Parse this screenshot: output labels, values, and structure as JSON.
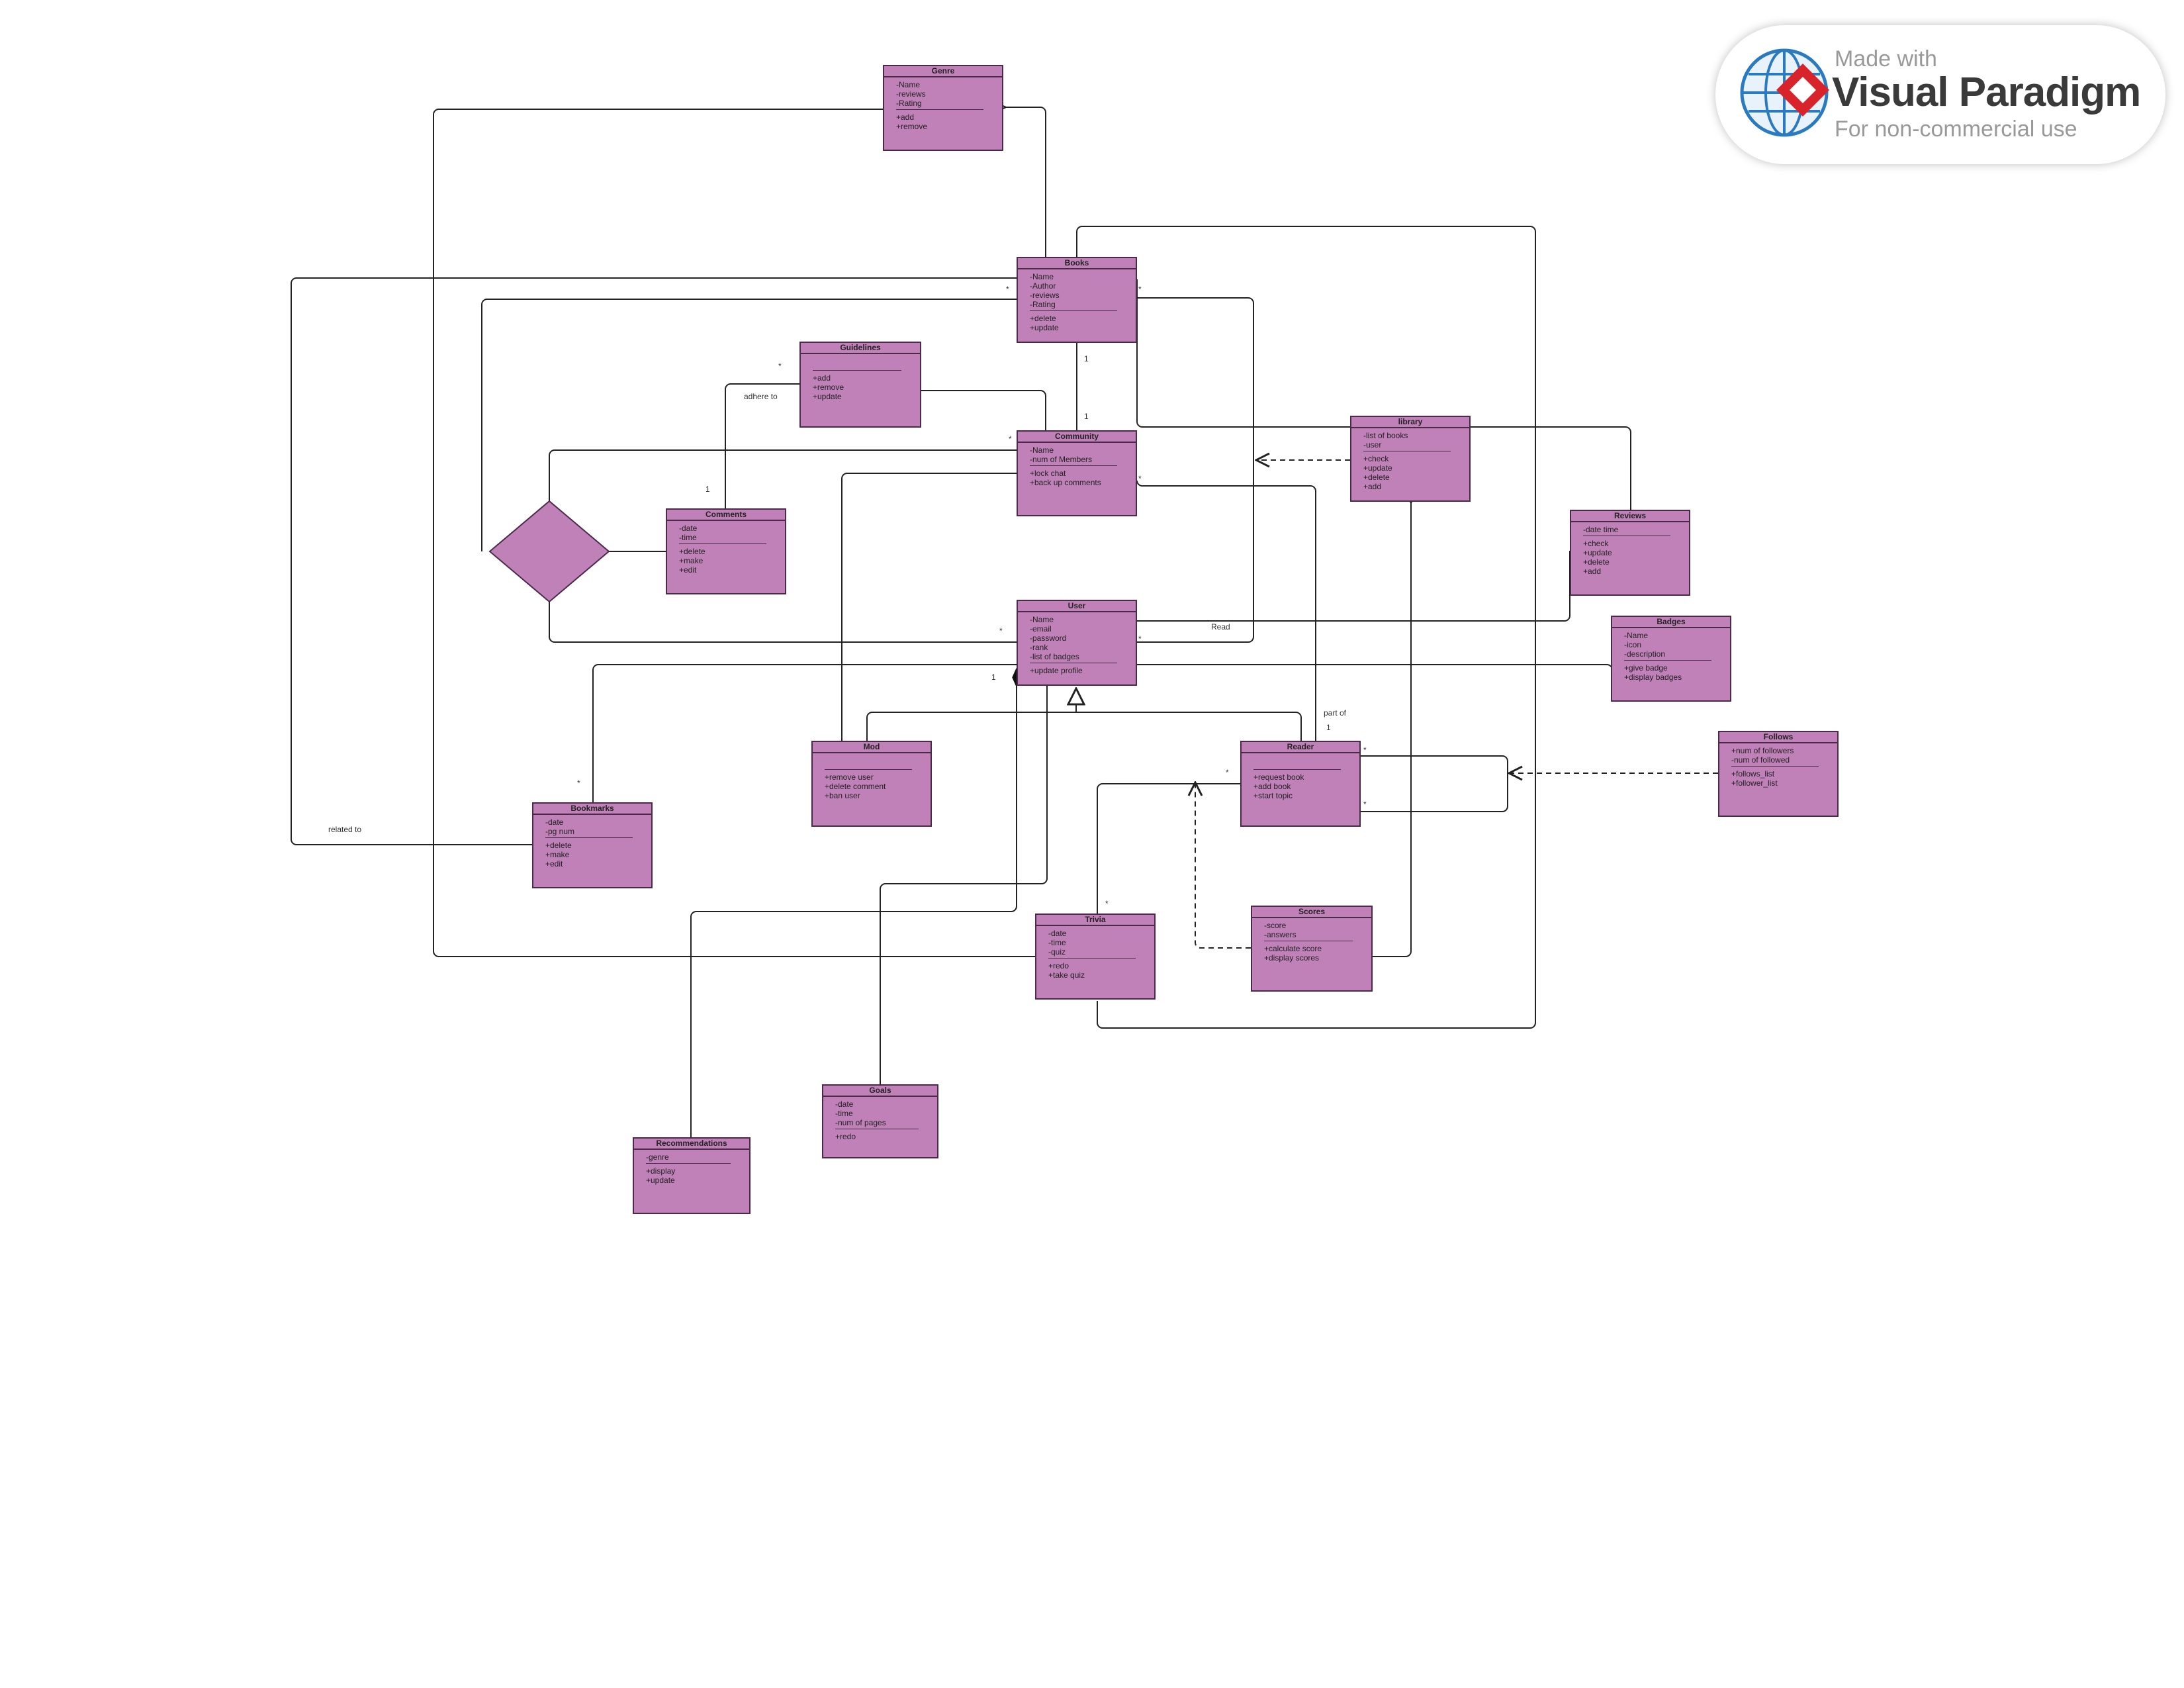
{
  "watermark": {
    "line1": "Made with",
    "line2": "Visual Paradigm",
    "line3": "For non-commercial use"
  },
  "classes": {
    "genre": {
      "name": "Genre",
      "attributes": [
        "-Name",
        "-reviews",
        "-Rating"
      ],
      "operations": [
        "+add",
        "+remove"
      ]
    },
    "books": {
      "name": "Books",
      "attributes": [
        "-Name",
        "-Author",
        "-reviews",
        "-Rating"
      ],
      "operations": [
        "+delete",
        "+update"
      ]
    },
    "guidelines": {
      "name": "Guidelines",
      "attributes": [],
      "operations": [
        "+add",
        "+remove",
        "+update"
      ]
    },
    "community": {
      "name": "Community",
      "attributes": [
        "-Name",
        "-num of Members"
      ],
      "operations": [
        "+lock chat",
        "+back up comments"
      ]
    },
    "library": {
      "name": "library",
      "attributes": [
        "-list of books",
        "-user"
      ],
      "operations": [
        "+check",
        "+update",
        "+delete",
        "+add"
      ]
    },
    "comments": {
      "name": "Comments",
      "attributes": [
        "-date",
        "-time"
      ],
      "operations": [
        "+delete",
        "+make",
        "+edit"
      ]
    },
    "reviews": {
      "name": "Reviews",
      "attributes": [
        "-date time"
      ],
      "operations": [
        "+check",
        "+update",
        "+delete",
        "+add"
      ]
    },
    "user": {
      "name": "User",
      "attributes": [
        "-Name",
        "-email",
        "-password",
        "-rank",
        "-list of badges"
      ],
      "operations": [
        "+update profile"
      ]
    },
    "badges": {
      "name": "Badges",
      "attributes": [
        "-Name",
        "-icon",
        "-description"
      ],
      "operations": [
        "+give badge",
        "+display badges"
      ]
    },
    "mod": {
      "name": "Mod",
      "attributes": [],
      "operations": [
        "+remove user",
        "+delete comment",
        "+ban user"
      ]
    },
    "reader": {
      "name": "Reader",
      "attributes": [],
      "operations": [
        "+request book",
        "+add book",
        "+start topic"
      ]
    },
    "follows": {
      "name": "Follows",
      "attributes": [
        "+num of followers",
        "-num of followed"
      ],
      "operations": [
        "+follows_list",
        "+follower_list"
      ]
    },
    "bookmarks": {
      "name": "Bookmarks",
      "attributes": [
        "-date",
        "-pg num"
      ],
      "operations": [
        "+delete",
        "+make",
        "+edit"
      ]
    },
    "trivia": {
      "name": "Trivia",
      "attributes": [
        "-date",
        "-time",
        "-quiz"
      ],
      "operations": [
        "+redo",
        "+take quiz"
      ]
    },
    "scores": {
      "name": "Scores",
      "attributes": [
        "-score",
        "-answers"
      ],
      "operations": [
        "+calculate score",
        "+display scores"
      ]
    },
    "goals": {
      "name": "Goals",
      "attributes": [
        "-date",
        "-time",
        "-num of pages"
      ],
      "operations": [
        "+redo"
      ]
    },
    "recommendations": {
      "name": "Recommendations",
      "attributes": [
        "-genre"
      ],
      "operations": [
        "+display",
        "+update"
      ]
    }
  },
  "labels": {
    "adhere_to": "adhere to",
    "read": "Read",
    "part_of": "part of",
    "related_to": "related to",
    "star": "*",
    "one": "1"
  }
}
